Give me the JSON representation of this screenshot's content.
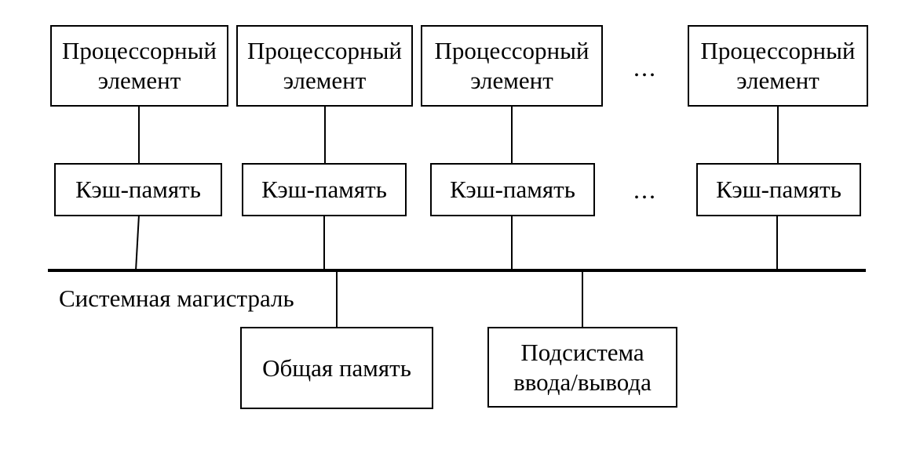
{
  "diagram": {
    "processor_element": "Процессорный элемент",
    "cache_memory": "Кэш-память",
    "ellipsis_processors": "...",
    "ellipsis_caches": "...",
    "system_bus_label": "Системная магистраль",
    "shared_memory": "Общая память",
    "io_subsystem": "Подсистема ввода/вывода"
  },
  "colors": {
    "line": "#000000",
    "text": "#000000",
    "background": "#ffffff"
  }
}
